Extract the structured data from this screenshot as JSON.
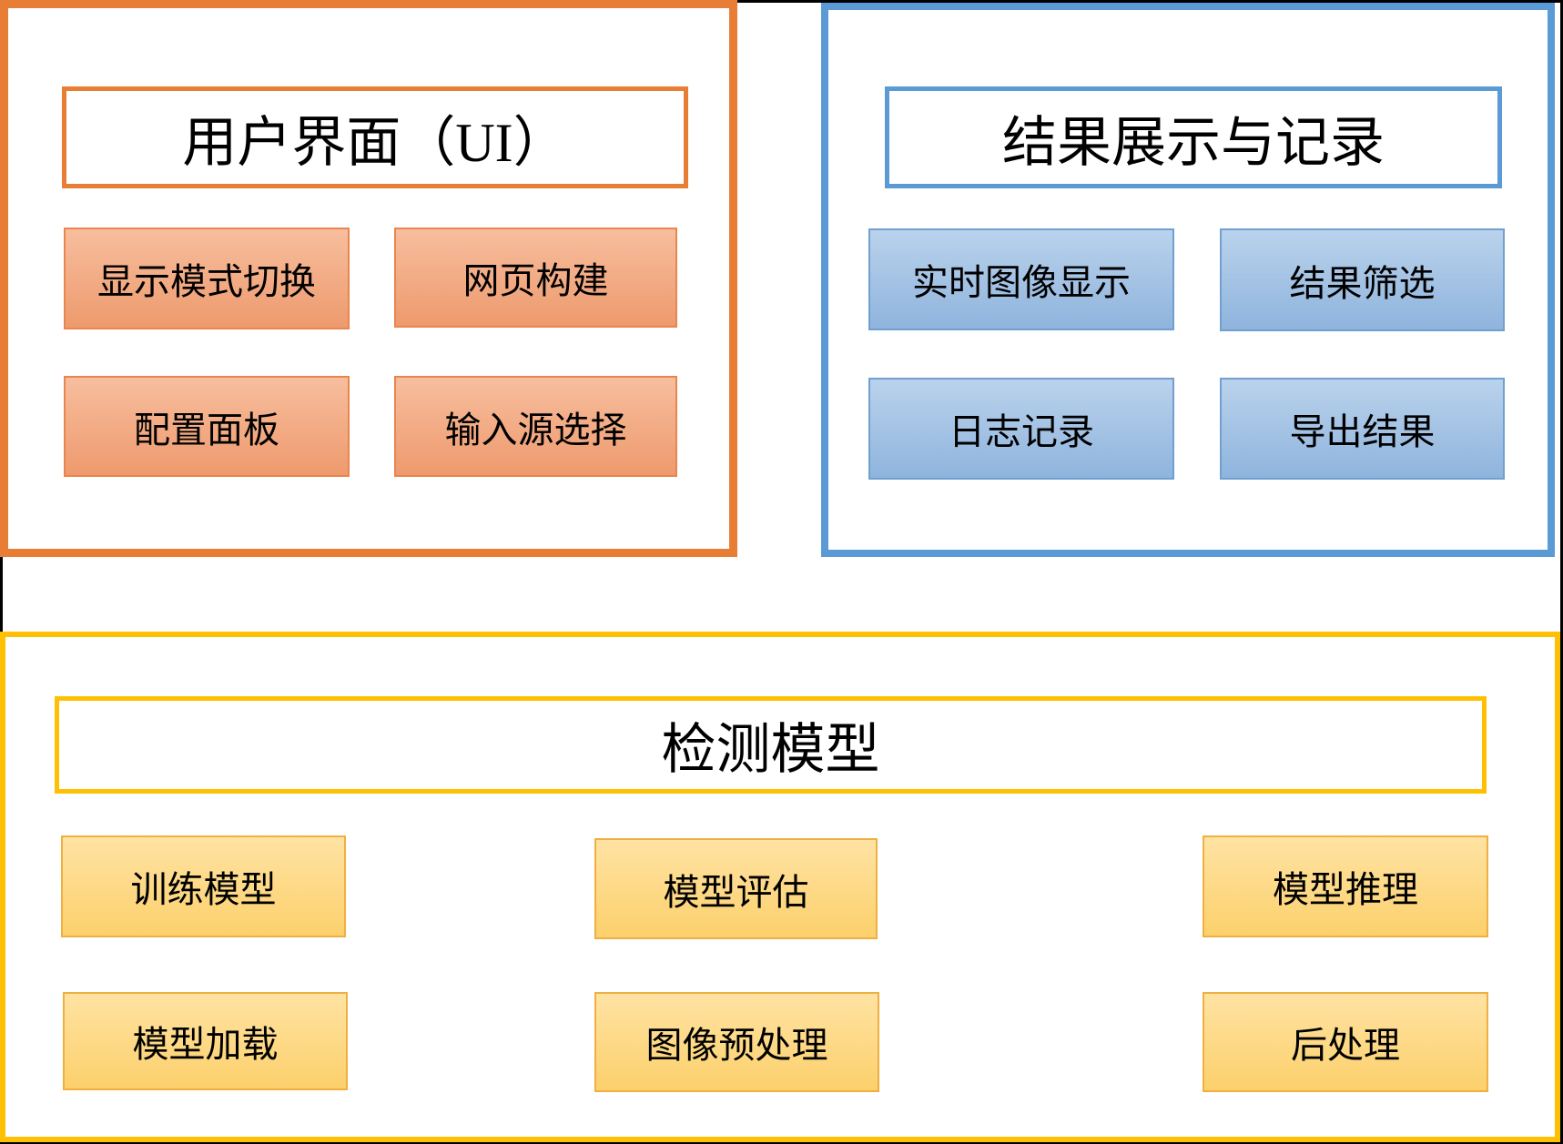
{
  "diagram": {
    "type": "architecture-block-diagram",
    "colors": {
      "ui_accent": "#E87E35",
      "results_accent": "#5B9BD5",
      "model_accent": "#FFC003",
      "ui_cell_top": "#F7BE9E",
      "ui_cell_bottom": "#EE9A6D",
      "results_cell_top": "#BAD2EC",
      "results_cell_bottom": "#8FB4DD",
      "model_cell_top": "#FFE3A3",
      "model_cell_bottom": "#FCD06C",
      "frame": "#000000",
      "text": "#000000"
    },
    "sections": [
      {
        "id": "ui",
        "title": "用户界面（UI）",
        "items": [
          {
            "label": "显示模式切换"
          },
          {
            "label": "网页构建"
          },
          {
            "label": "配置面板"
          },
          {
            "label": "输入源选择"
          }
        ]
      },
      {
        "id": "results",
        "title": "结果展示与记录",
        "items": [
          {
            "label": "实时图像显示"
          },
          {
            "label": "结果筛选"
          },
          {
            "label": "日志记录"
          },
          {
            "label": "导出结果"
          }
        ]
      },
      {
        "id": "model",
        "title": "检测模型",
        "items": [
          {
            "label": "训练模型"
          },
          {
            "label": "模型评估"
          },
          {
            "label": "模型推理"
          },
          {
            "label": "模型加载"
          },
          {
            "label": "图像预处理"
          },
          {
            "label": "后处理"
          }
        ]
      }
    ]
  }
}
